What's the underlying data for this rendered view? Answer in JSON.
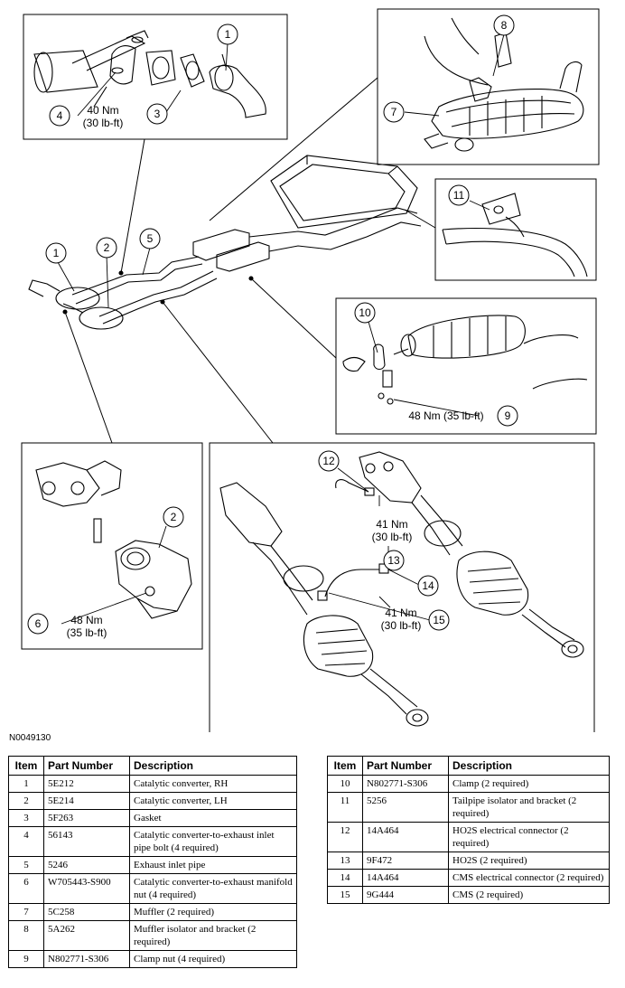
{
  "callouts": [
    {
      "id": "1a",
      "label": "1"
    },
    {
      "id": "3",
      "label": "3"
    },
    {
      "id": "4",
      "label": "4"
    },
    {
      "id": "7",
      "label": "7"
    },
    {
      "id": "8",
      "label": "8"
    },
    {
      "id": "11",
      "label": "11"
    },
    {
      "id": "1b",
      "label": "1"
    },
    {
      "id": "2a",
      "label": "2"
    },
    {
      "id": "5",
      "label": "5"
    },
    {
      "id": "10",
      "label": "10"
    },
    {
      "id": "9",
      "label": "9"
    },
    {
      "id": "2b",
      "label": "2"
    },
    {
      "id": "6",
      "label": "6"
    },
    {
      "id": "12",
      "label": "12"
    },
    {
      "id": "13",
      "label": "13"
    },
    {
      "id": "14",
      "label": "14"
    },
    {
      "id": "15",
      "label": "15"
    }
  ],
  "torques": {
    "t4_a": "40 Nm",
    "t4_b": "(30 lb-ft)",
    "t9": "48 Nm (35 lb-ft)",
    "t6_a": "48 Nm",
    "t6_b": "(35 lb-ft)",
    "t13_a": "41 Nm",
    "t13_b": "(30 lb-ft)",
    "t15_a": "41 Nm",
    "t15_b": "(30 lb-ft)"
  },
  "reference_code": "N0049130",
  "table": {
    "headers": {
      "item": "Item",
      "part": "Part Number",
      "desc": "Description"
    },
    "left_rows": [
      {
        "item": "1",
        "part": "5E212",
        "desc": "Catalytic converter, RH"
      },
      {
        "item": "2",
        "part": "5E214",
        "desc": "Catalytic converter, LH"
      },
      {
        "item": "3",
        "part": "5F263",
        "desc": "Gasket"
      },
      {
        "item": "4",
        "part": "56143",
        "desc": "Catalytic converter-to-exhaust inlet pipe bolt (4 required)"
      },
      {
        "item": "5",
        "part": "5246",
        "desc": "Exhaust inlet pipe"
      },
      {
        "item": "6",
        "part": "W705443-S900",
        "desc": "Catalytic converter-to-exhaust manifold nut (4 required)"
      },
      {
        "item": "7",
        "part": "5C258",
        "desc": "Muffler (2 required)"
      },
      {
        "item": "8",
        "part": "5A262",
        "desc": "Muffler isolator and bracket (2 required)"
      },
      {
        "item": "9",
        "part": "N802771-S306",
        "desc": "Clamp nut (4 required)"
      }
    ],
    "right_rows": [
      {
        "item": "10",
        "part": "N802771-S306",
        "desc": "Clamp (2 required)"
      },
      {
        "item": "11",
        "part": "5256",
        "desc": "Tailpipe isolator and bracket (2 required)"
      },
      {
        "item": "12",
        "part": "14A464",
        "desc": "HO2S electrical connector (2 required)"
      },
      {
        "item": "13",
        "part": "9F472",
        "desc": "HO2S (2 required)"
      },
      {
        "item": "14",
        "part": "14A464",
        "desc": "CMS electrical connector (2 required)"
      },
      {
        "item": "15",
        "part": "9G444",
        "desc": "CMS (2 required)"
      }
    ]
  }
}
